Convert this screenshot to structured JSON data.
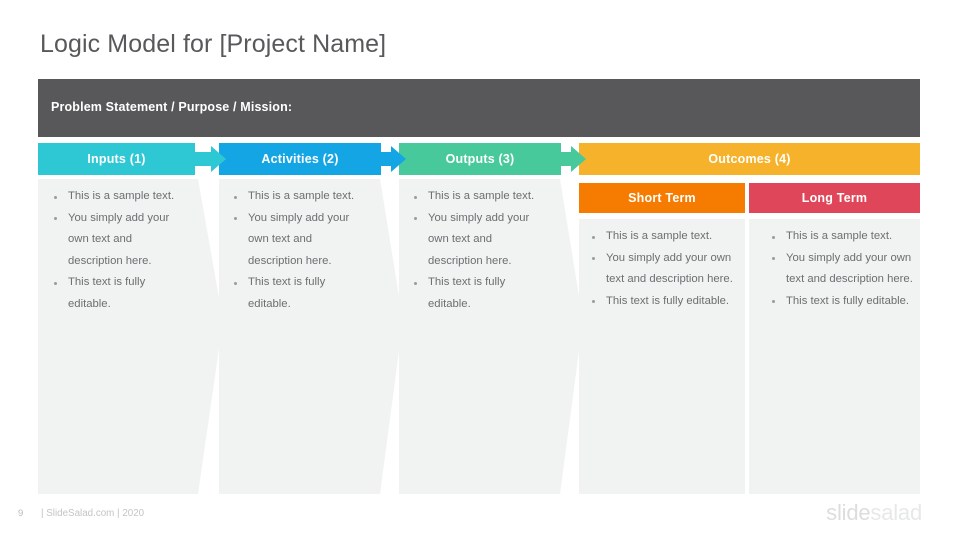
{
  "slide": {
    "title": "Logic Model for [Project Name]",
    "banner_label": "Problem Statement / Purpose / Mission:"
  },
  "colors": {
    "banner": "#58585a",
    "inputs": "#2dc8d4",
    "activities": "#14a6e4",
    "outputs": "#48c99b",
    "outcomes": "#f7b22b",
    "short_term": "#f57c00",
    "long_term": "#df4659",
    "panel": "#f1f2f2",
    "body_text": "#6d6e70",
    "title_text": "#58595b"
  },
  "stages": [
    {
      "label": "Inputs  (1)",
      "color": "#2dc8d4"
    },
    {
      "label": "Activities (2)",
      "color": "#14a6e4"
    },
    {
      "label": "Outputs (3)",
      "color": "#48c99b"
    },
    {
      "label": "Outcomes (4)",
      "color": "#f7b22b"
    }
  ],
  "arrows": [
    {
      "name": "arrow-inputs-to-activities",
      "color": "#2dc8d4"
    },
    {
      "name": "arrow-activities-to-outputs",
      "color": "#14a6e4"
    },
    {
      "name": "arrow-outputs-to-outcomes",
      "color": "#48c99b"
    }
  ],
  "outcome_subheaders": [
    {
      "label": "Short Term",
      "color": "#f57c00"
    },
    {
      "label": "Long Term",
      "color": "#df4659"
    }
  ],
  "bullets": {
    "inputs": [
      "This is a sample text.",
      "You simply add your own text and description here.",
      "This text is fully editable."
    ],
    "activities": [
      "This is a sample text.",
      "You simply add your own text and description here.",
      "This text is fully editable."
    ],
    "outputs": [
      "This is a sample text.",
      "You simply add your own text and description here.",
      "This text is fully editable."
    ],
    "short_term": [
      "This is a sample text.",
      "You simply add your own text and description here.",
      "This text is fully editable."
    ],
    "long_term": [
      "This is a sample text.",
      "You simply add your own text and description here.",
      "This text is fully editable."
    ]
  },
  "footer": {
    "page_number": "9",
    "credit": "| SlideSalad.com | 2020",
    "logo_part1": "slide",
    "logo_part2": "salad"
  }
}
